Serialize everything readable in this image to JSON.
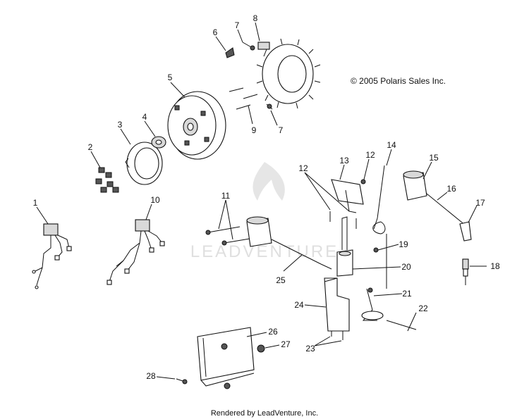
{
  "copyright": "© 2005 Polaris Sales Inc.",
  "footer": "Rendered by LeadVenture, Inc.",
  "watermark": "LEADVENTURE",
  "callouts": [
    "1",
    "2",
    "3",
    "4",
    "5",
    "6",
    "7",
    "7",
    "8",
    "9",
    "10",
    "11",
    "12",
    "12",
    "13",
    "14",
    "15",
    "16",
    "17",
    "18",
    "19",
    "20",
    "21",
    "22",
    "23",
    "24",
    "25",
    "26",
    "27",
    "28"
  ],
  "colors": {
    "ink": "#111111",
    "watermark": "#dcdcdc",
    "fill": "#d9d9d9"
  }
}
